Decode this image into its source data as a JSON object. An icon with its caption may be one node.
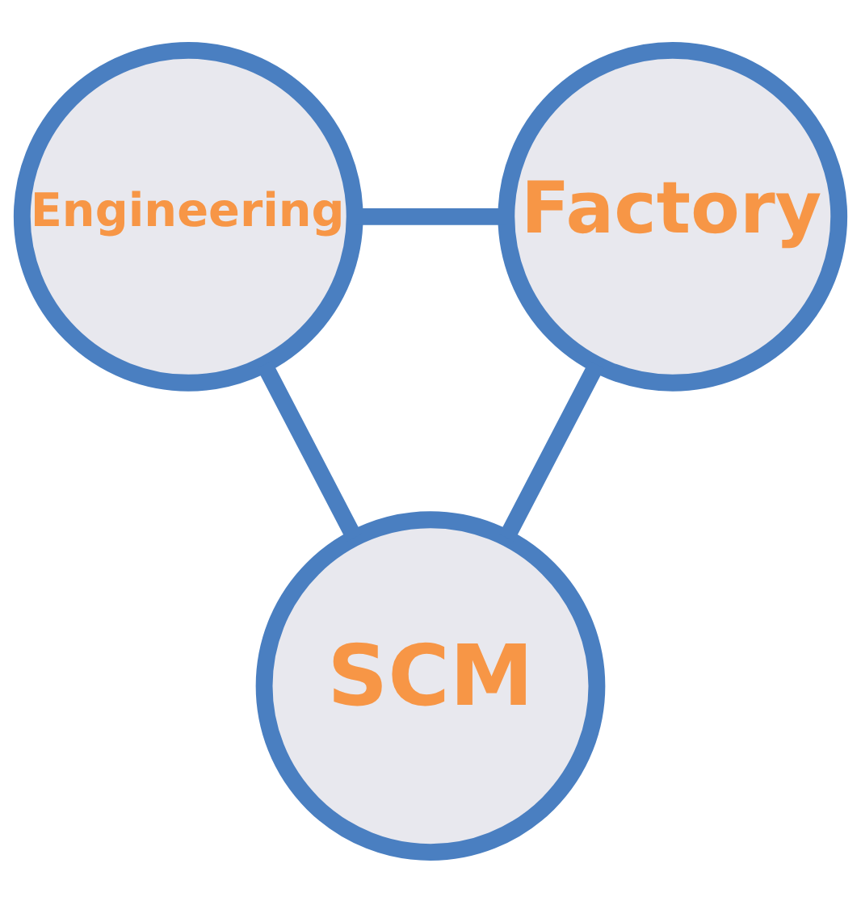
{
  "diagram": {
    "nodes": [
      {
        "text": [
          "Engineering"
        ]
      },
      {
        "text": [
          "Factory"
        ]
      },
      {
        "text": [
          "SCM"
        ]
      }
    ],
    "edges": [
      {
        "from": 0,
        "to": 1,
        "arrow": "none"
      },
      {
        "from": 1,
        "to": 2,
        "arrow": "none"
      },
      {
        "from": 2,
        "to": 0,
        "arrow": "none"
      }
    ]
  }
}
